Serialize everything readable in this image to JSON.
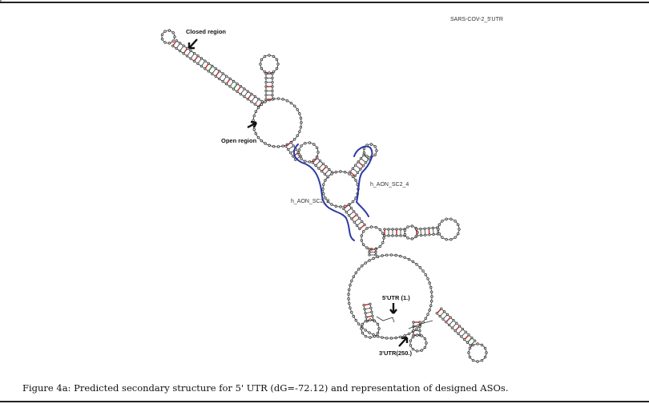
{
  "figure": {
    "title": "SARS-COV-2_5'UTR",
    "annotations": {
      "closed_region": "Closed region",
      "open_region": "Open region",
      "aso_4": "h_AON_SC2_4",
      "aso_2": "h_AON_SC2_2",
      "five_prime": "5'UTR (1.)",
      "three_prime": "3'UTR(250.)"
    },
    "caption": "Figure 4a: Predicted secondary structure for 5' UTR (dG=-72.12) and representation of designed ASOs."
  },
  "colors": {
    "backbone": "#333333",
    "gc_pair": "#d42020",
    "gu_pair": "#2a8a2a",
    "aso": "#2b3aa8"
  }
}
